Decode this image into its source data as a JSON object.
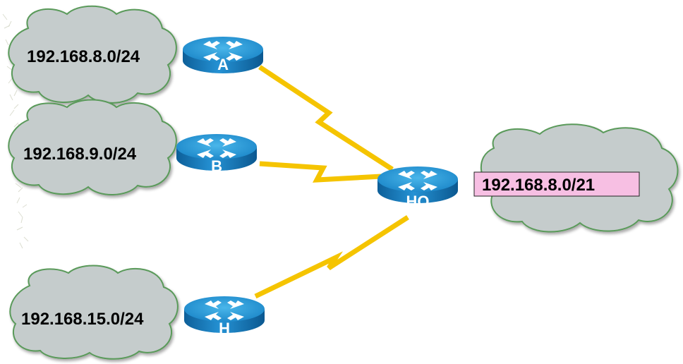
{
  "networks": {
    "a_subnet": "192.168.8.0/24",
    "b_subnet": "192.168.9.0/24",
    "h_subnet": "192.168.15.0/24",
    "hq_summary": "192.168.8.0/21"
  },
  "routers": {
    "a": "A",
    "b": "B",
    "h": "H",
    "hq": "HQ"
  },
  "colors": {
    "cloud_fill": "#c5cccc",
    "cloud_outline": "#5a9a5a",
    "link": "#f5c400",
    "router_top": "#2a9fd8",
    "router_body": "#1573b5",
    "summary_fill": "#f7bfe3"
  }
}
